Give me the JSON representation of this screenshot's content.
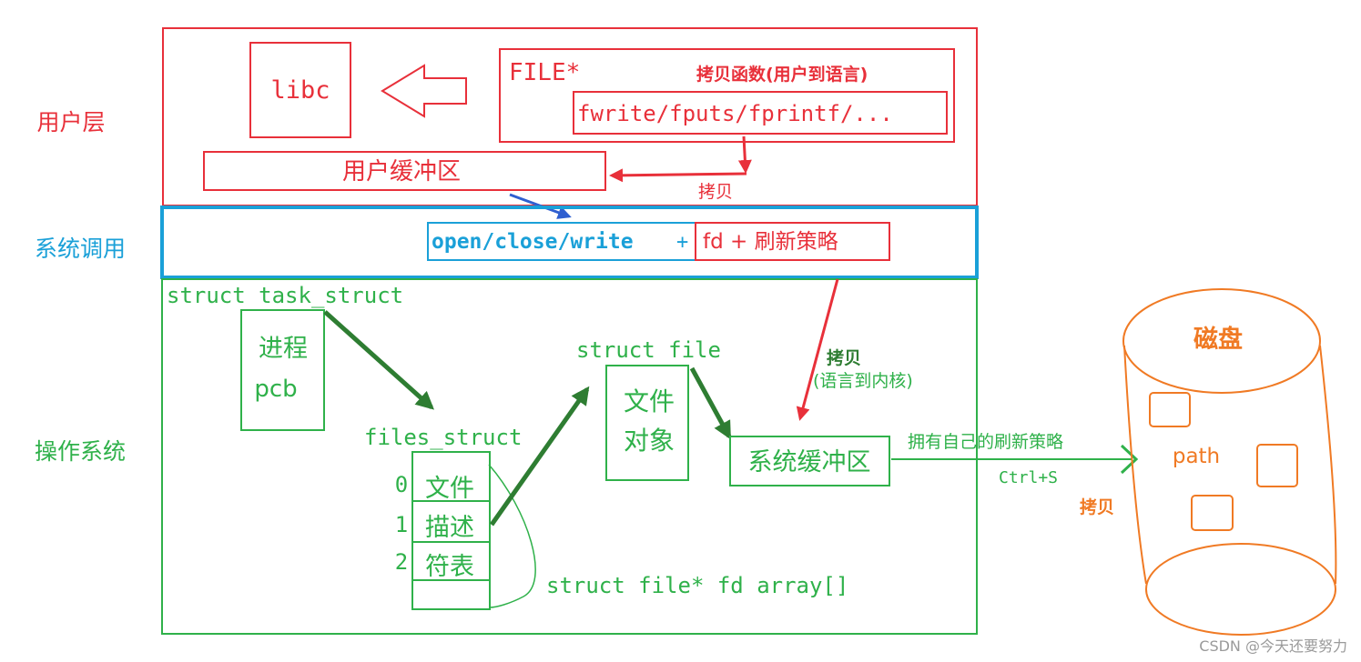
{
  "layers": {
    "user": "用户层",
    "syscall": "系统调用",
    "os": "操作系统"
  },
  "user_layer": {
    "libc": "libc",
    "file_ptr": "FILE*",
    "copy_func_label": "拷贝函数(用户到语言)",
    "functions": "fwrite/fputs/fprintf/...",
    "user_buffer": "用户缓冲区",
    "copy_label": "拷贝"
  },
  "syscall_layer": {
    "calls": "open/close/write",
    "plus": "+",
    "fd_refresh": "fd + 刷新策略"
  },
  "os_layer": {
    "task_struct": "struct task_struct",
    "process_pcb": [
      "进程",
      "pcb"
    ],
    "files_struct": "files_struct",
    "fd_indices": [
      "0",
      "1",
      "2"
    ],
    "fd_table_cells": [
      "文件",
      "描述",
      "符表"
    ],
    "fd_array": "struct file* fd array[]",
    "struct_file": "struct file",
    "file_object": [
      "文件",
      "对象"
    ],
    "copy_lang_kernel_title": "拷贝",
    "copy_lang_kernel_sub": "(语言到内核)",
    "system_buffer": "系统缓冲区",
    "own_refresh": "拥有自己的刷新策略",
    "ctrl_s": "Ctrl+S"
  },
  "disk": {
    "title": "磁盘",
    "path": "path",
    "copy_label": "拷贝"
  },
  "watermark": "CSDN @今天还要努力",
  "colors": {
    "red": "#e8303a",
    "blue": "#1aa0d8",
    "green": "#2fb14a",
    "dark_green": "#2e7d32",
    "orange": "#f07a24",
    "arrow_blue": "#2f5fd0"
  }
}
